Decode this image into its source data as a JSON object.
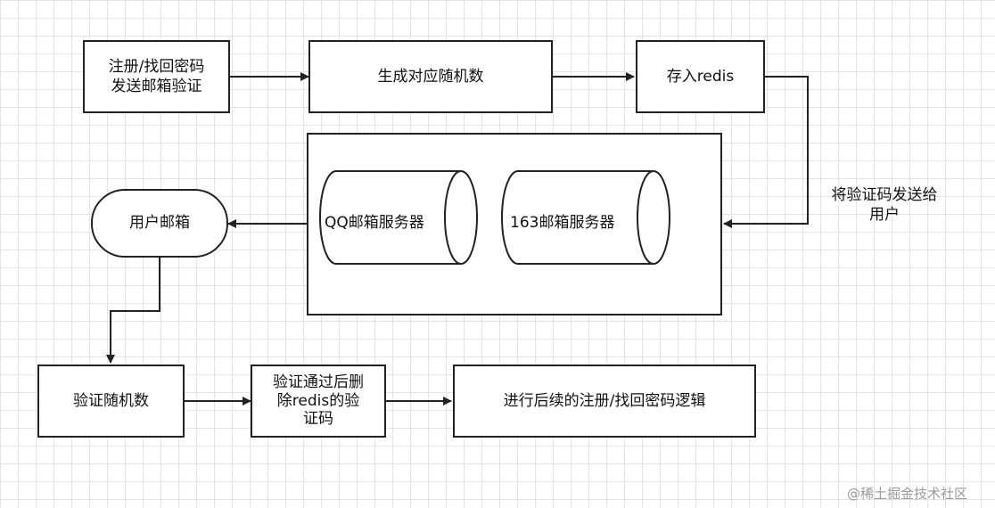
{
  "nodes": {
    "register": "注册/找回密码\n发送邮箱验证",
    "generate": "生成对应随机数",
    "redis": "存入redis",
    "qq_server": "QQ邮箱服务器",
    "server_163": "163邮箱服务器",
    "user_mailbox": "用户邮箱",
    "verify": "验证随机数",
    "delete": "验证通过后删\n除redis的验\n证码",
    "continue": "进行后续的注册/找回密码逻辑"
  },
  "edge_labels": {
    "send_to_user": "将验证码发送给\n用户"
  },
  "watermark": "@稀土掘金技术社区"
}
